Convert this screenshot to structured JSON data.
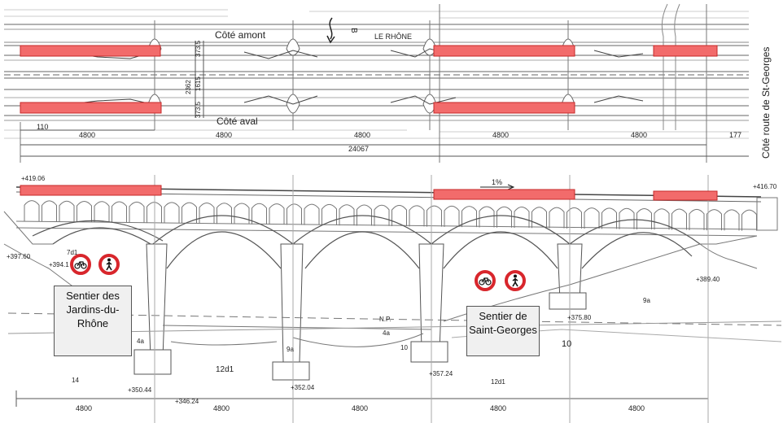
{
  "plan": {
    "label_upstream": "Côté amont",
    "label_downstream": "Côté aval",
    "river_label": "LE RHÔNE",
    "north_mark": "B",
    "road_side_label": "Côté route de St-Georges",
    "dims_vertical": [
      "373.5",
      "2362",
      "1615",
      "373.5"
    ],
    "dim_left_small": "110",
    "dim_right_small": "177",
    "span_dims": [
      "4800",
      "4800",
      "4800",
      "4800",
      "4800"
    ],
    "total_dim": "24067"
  },
  "elevation": {
    "top_left_level": "+419.06",
    "top_right_level": "+416.70",
    "slope": "1%",
    "levels": [
      "+397.60",
      "+394.1",
      "+389.40",
      "+375.80",
      "+357.24",
      "+352.04",
      "+350.44",
      "+346.24"
    ],
    "small_labels": [
      "7d1",
      "4a",
      "9a",
      "10",
      "N.P.",
      "4a",
      "9a",
      "14",
      "12d1",
      "12d1",
      "10"
    ],
    "span_dims": [
      "4800",
      "4800",
      "4800",
      "4800",
      "4800"
    ]
  },
  "callouts": {
    "left": "Sentier des Jardins-du-Rhône",
    "right": "Sentier de Saint-Georges"
  },
  "signs": {
    "bike_icon": "bicycle-icon",
    "pedestrian_icon": "pedestrian-icon"
  },
  "colors": {
    "highlight_fill": "#f26b6b",
    "highlight_stroke": "#c62828",
    "sign_red": "#d8262c",
    "line": "#555555"
  }
}
